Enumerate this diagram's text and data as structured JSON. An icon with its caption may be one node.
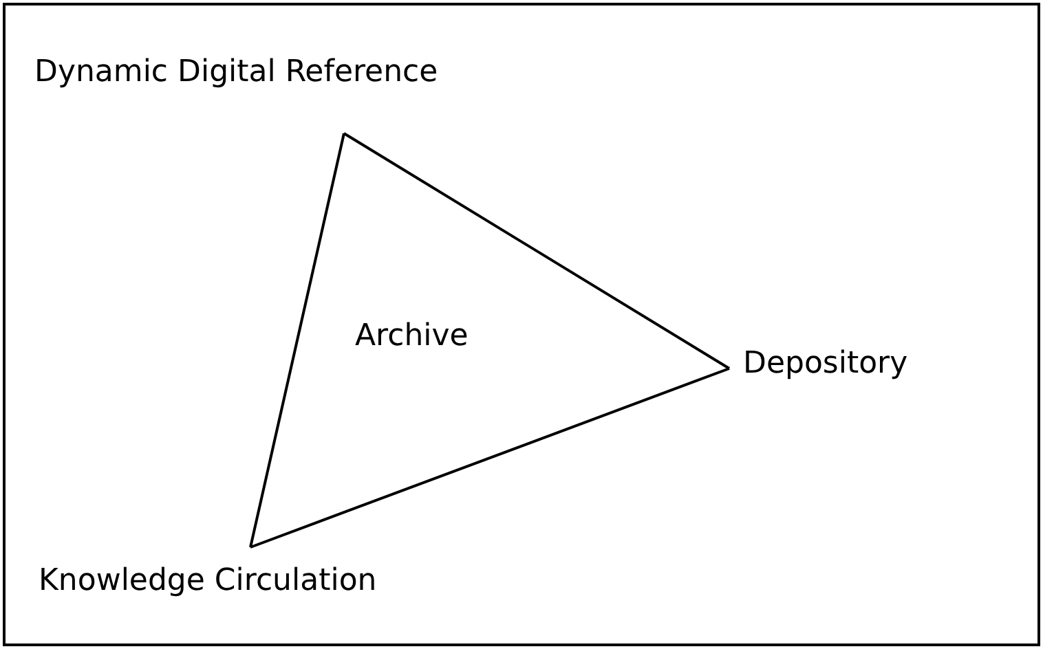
{
  "diagram": {
    "nodes": [
      {
        "text": [
          "Dynamic Digital Reference"
        ]
      },
      {
        "text": [
          "Depository"
        ]
      },
      {
        "text": [
          "Knowledge Circulation"
        ]
      }
    ],
    "edges": [
      {
        "from": 0,
        "to": 1,
        "arrow": "none"
      },
      {
        "from": 1,
        "to": 2,
        "arrow": "none"
      },
      {
        "from": 2,
        "to": 0,
        "arrow": "none"
      }
    ],
    "labels": [
      "Archive"
    ]
  }
}
